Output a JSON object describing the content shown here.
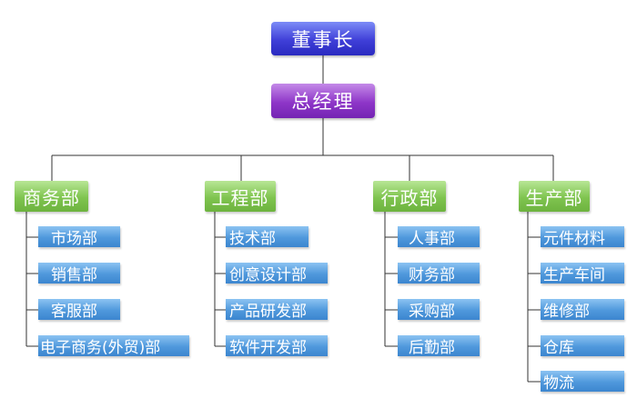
{
  "ceo": "董事长",
  "gm": "总经理",
  "departments": [
    {
      "name": "商务部",
      "children": [
        "市场部",
        "销售部",
        "客服部",
        "电子商务(外贸)部"
      ]
    },
    {
      "name": "工程部",
      "children": [
        "技术部",
        "创意设计部",
        "产品研发部",
        "软件开发部"
      ]
    },
    {
      "name": "行政部",
      "children": [
        "人事部",
        "财务部",
        "采购部",
        "后勤部"
      ]
    },
    {
      "name": "生产部",
      "children": [
        "元件材料",
        "生产车间",
        "维修部",
        "仓库",
        "物流"
      ]
    }
  ],
  "colors": {
    "ceo": "#3f3fd8",
    "gm": "#8e36c8",
    "department": "#7fc44f",
    "sub_department": "#4f98dc",
    "connector": "#333333"
  }
}
